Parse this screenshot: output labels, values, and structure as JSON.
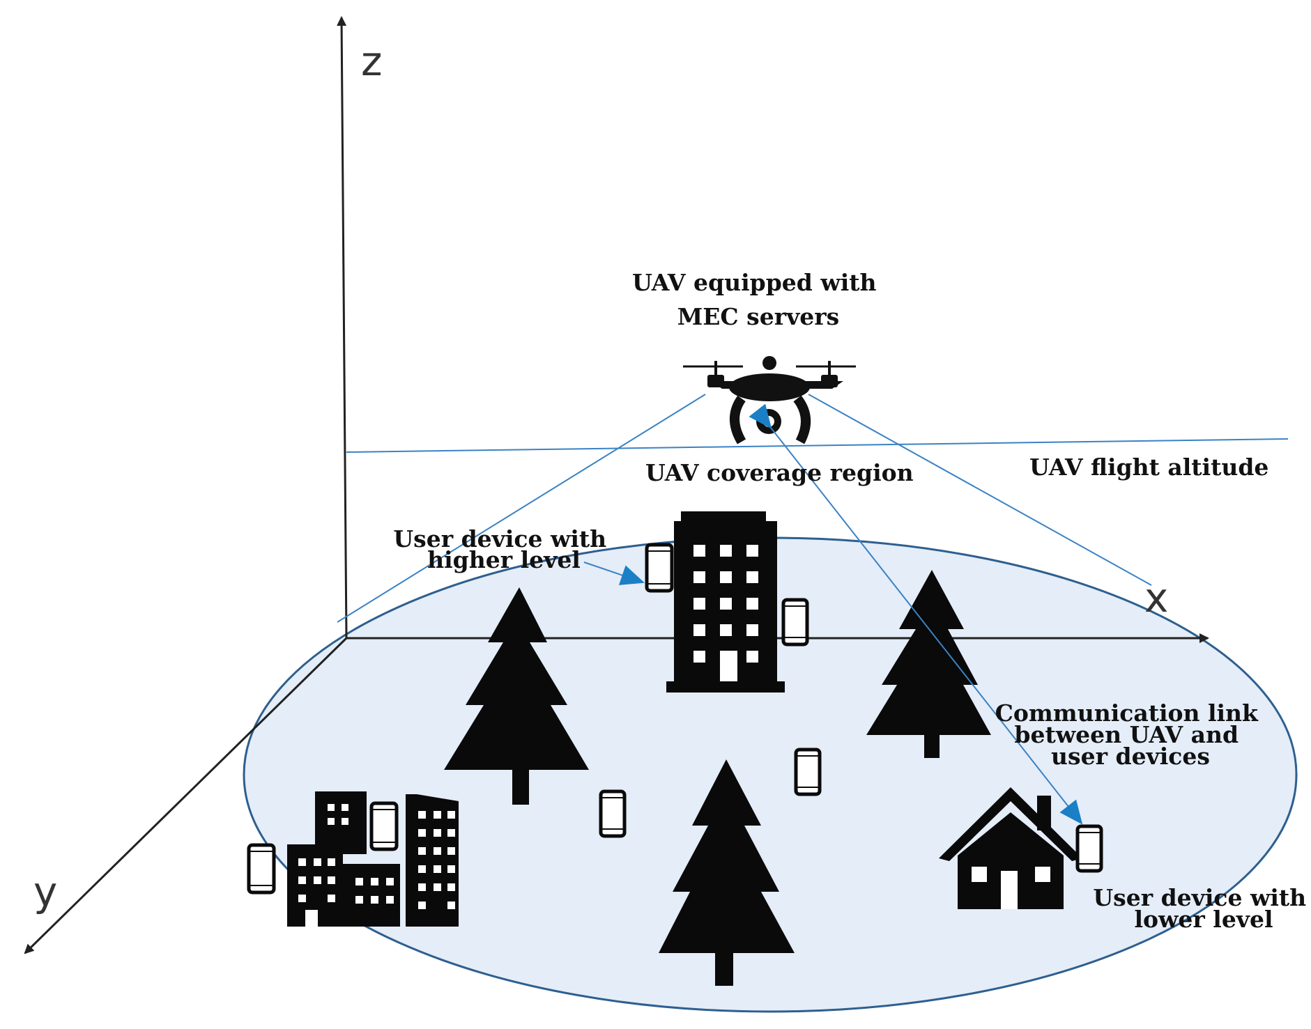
{
  "axes": {
    "x": "x",
    "y": "y",
    "z": "z"
  },
  "labels": {
    "uav_line1": "UAV equipped with",
    "uav_line2": "MEC servers",
    "coverage": "UAV coverage region",
    "altitude": "UAV flight altitude",
    "higher_line1": "User device with",
    "higher_line2": "higher level",
    "comm_line1": "Communication link",
    "comm_line2": "between UAV and",
    "comm_line3": "user devices",
    "lower_line1": "User device with",
    "lower_line2": "lower level"
  },
  "icons": [
    "uav-icon",
    "tree-icon",
    "building-icon",
    "house-icon",
    "phone-icon"
  ],
  "colors": {
    "coverage_fill": "#e4edf8",
    "coverage_stroke": "#2e5f8f",
    "link_line": "#3a82c4",
    "arrowhead": "#1b7fc6",
    "axis": "#222222",
    "silhouette": "#0a0a0a"
  }
}
